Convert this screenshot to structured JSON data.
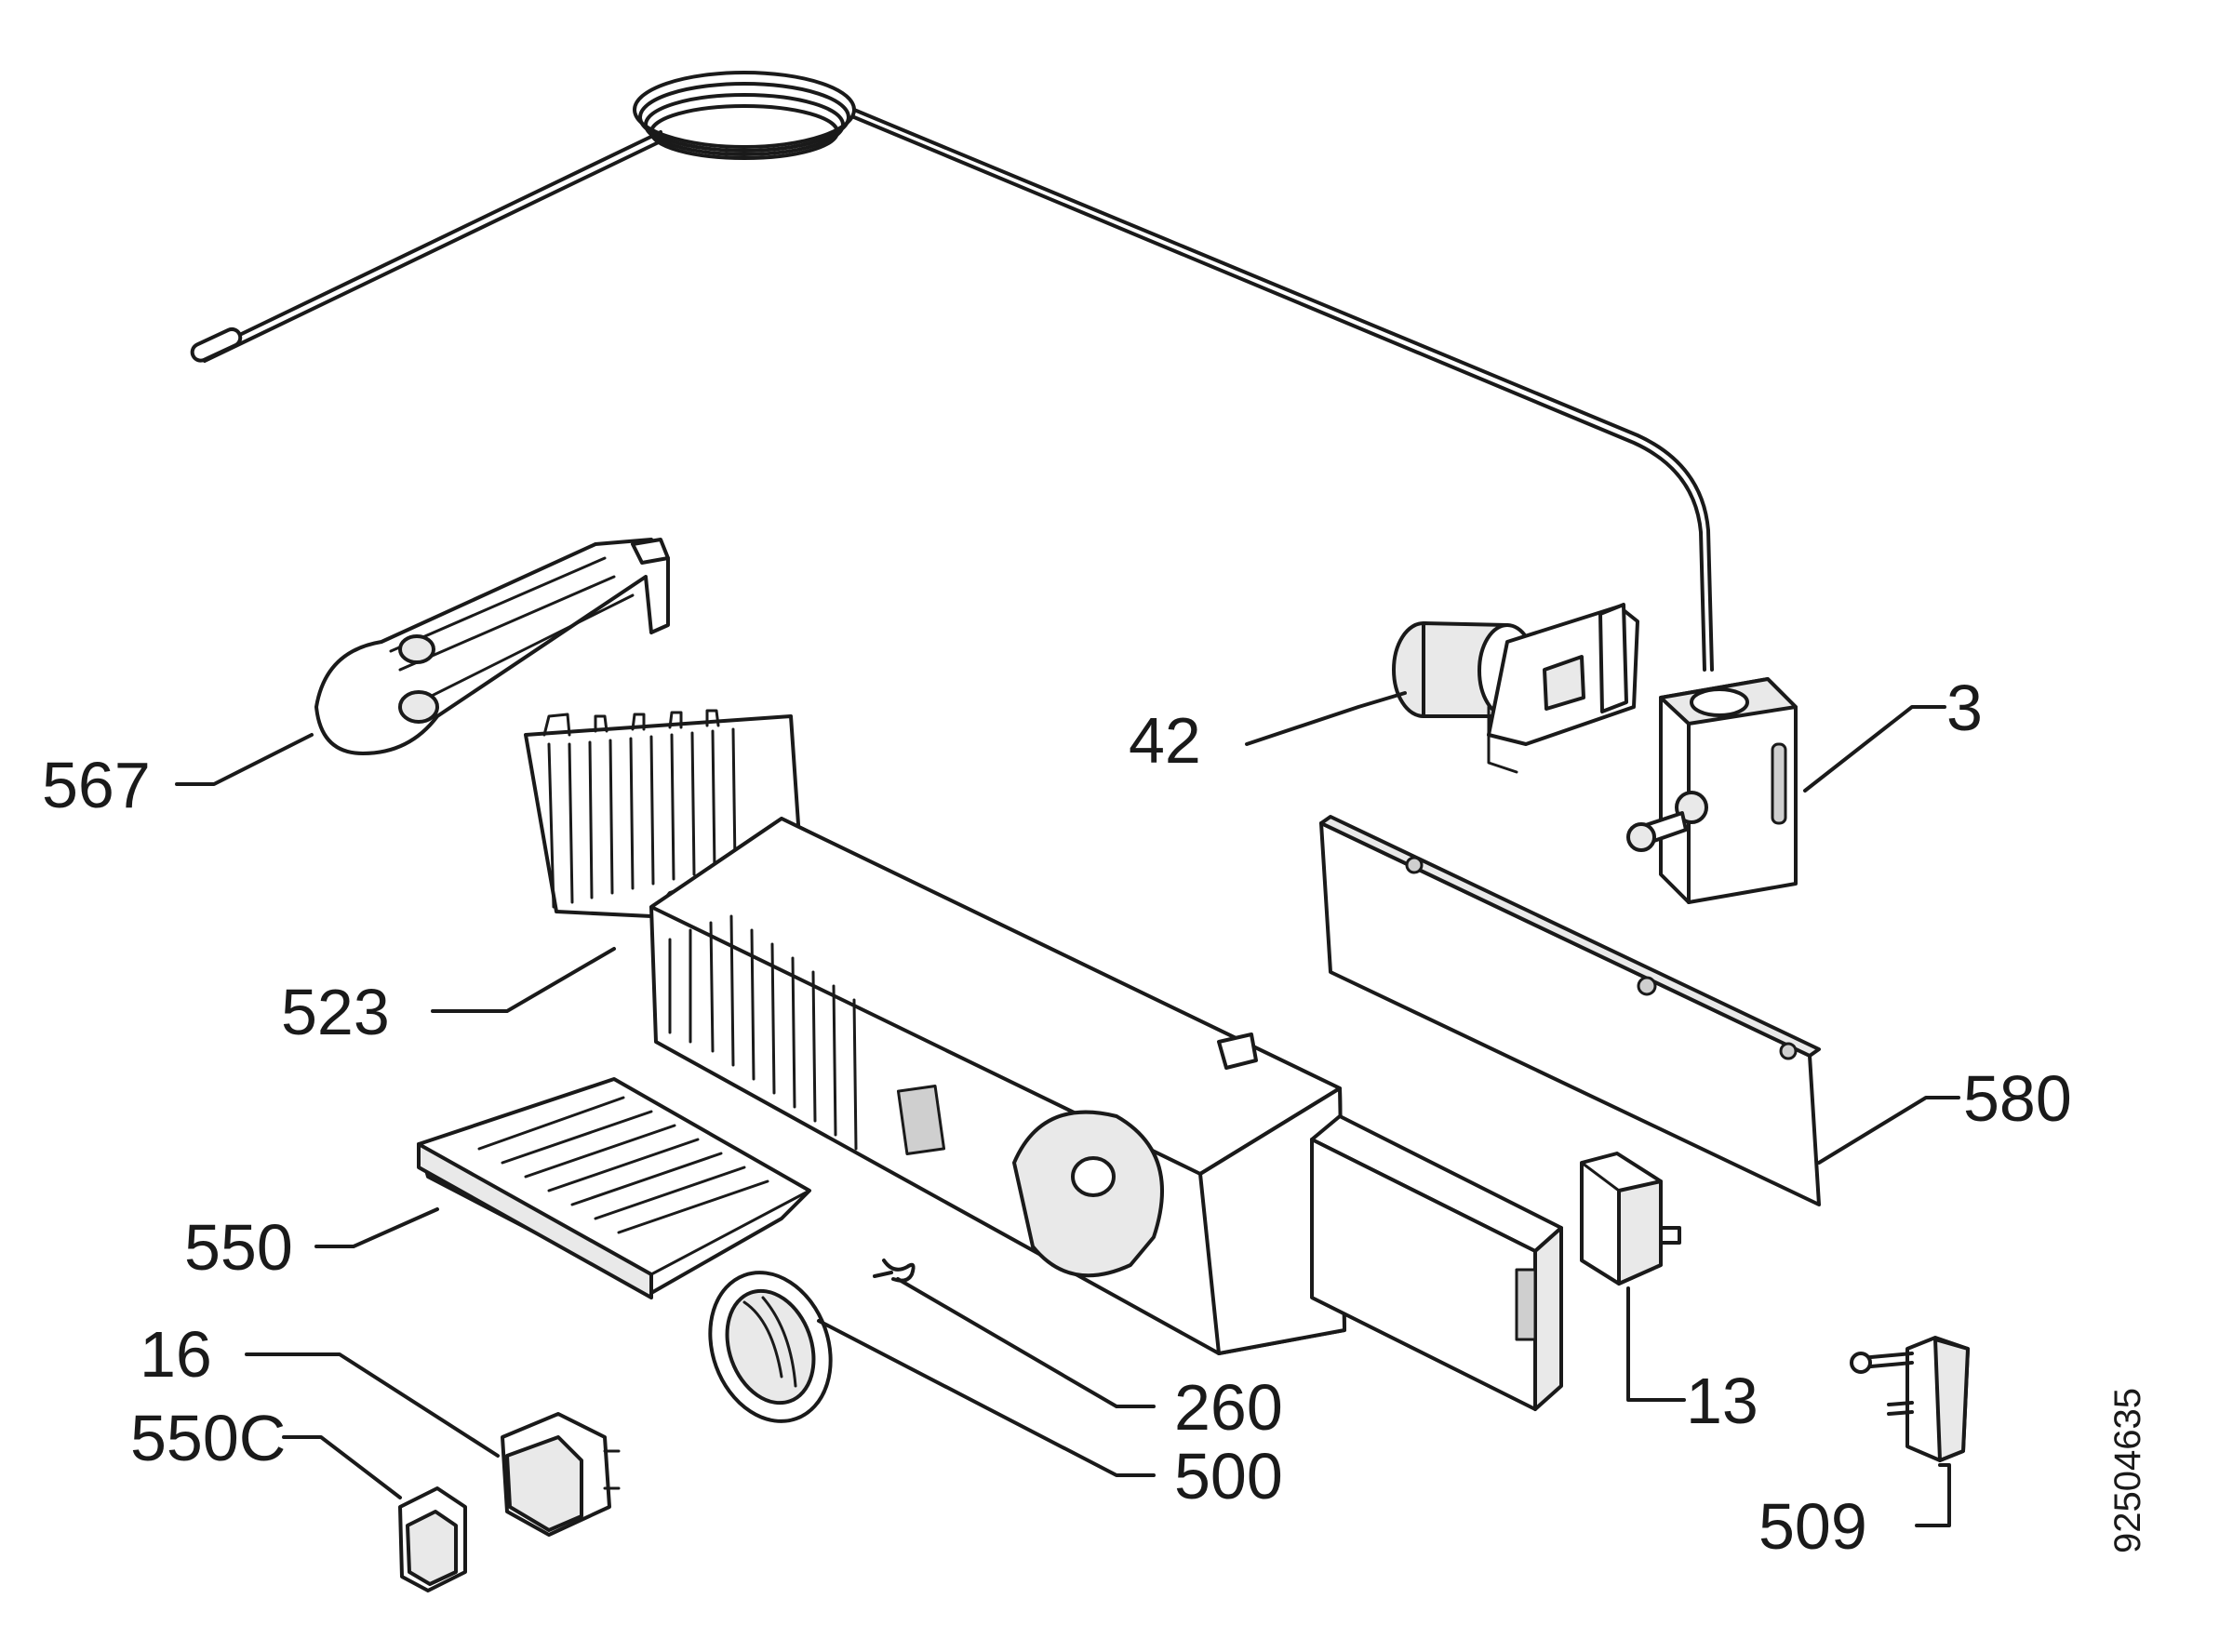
{
  "diagram": {
    "document_number": "92504635",
    "parts": [
      {
        "id": "capillary",
        "label": "3"
      },
      {
        "id": "lamp-holder",
        "label": "42"
      },
      {
        "id": "lever",
        "label": "567"
      },
      {
        "id": "housing",
        "label": "523"
      },
      {
        "id": "back-panel",
        "label": "580"
      },
      {
        "id": "cover",
        "label": "550"
      },
      {
        "id": "clip",
        "label": "260"
      },
      {
        "id": "knob",
        "label": "500"
      },
      {
        "id": "block",
        "label": "13"
      },
      {
        "id": "rocker-switch",
        "label": "16"
      },
      {
        "id": "switch-cap",
        "label": "550C"
      },
      {
        "id": "door-switch",
        "label": "509"
      }
    ]
  }
}
